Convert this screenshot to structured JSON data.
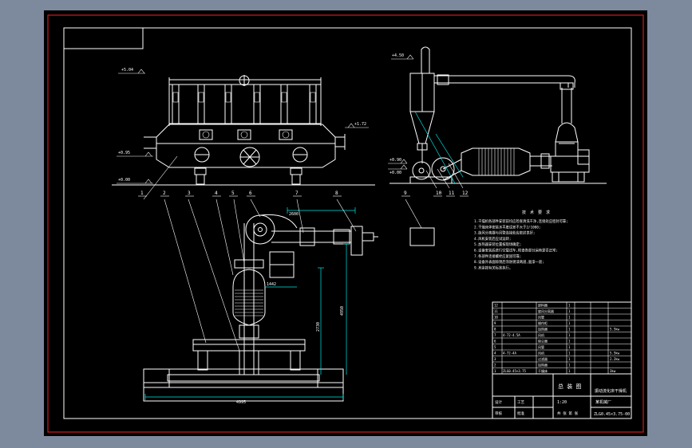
{
  "colors": {
    "frame_red": "#d11a1a",
    "line_white": "#ffffff",
    "line_cyan": "#00e5e5",
    "canvas_black": "#000000",
    "viewport_bg": "#7d8a9d"
  },
  "elevations": {
    "top_left": "+5.04",
    "left_mid": "+0.95",
    "left_low": "+0.00",
    "right_mid": "+1.72",
    "side_top": "+4.50",
    "side_mid": "+0.90",
    "side_low": "+0.00"
  },
  "callouts": [
    "1",
    "2",
    "3",
    "4",
    "5",
    "6",
    "7",
    "8",
    "9",
    "10",
    "11",
    "12"
  ],
  "dimensions": {
    "arm": "2600",
    "height_a": "4950",
    "height_b": "2730",
    "width_mid": "1442",
    "base": "4995"
  },
  "tech_req": {
    "title": "技 术 要 求",
    "lines": [
      "1.干燥机各部件安装前均应检查清洗干净,连接处应密封可靠;",
      "2.干燥床体安装水平度误差不大于2/1000;",
      "3.旋风分离器与风管连接处应密封良好;",
      "4.风机安装后应试运转;",
      "5.加热器安装位置按现场确定;",
      "6.设备安装后进行空载试车,检查各部分运转是否正常;",
      "7.各部件连接螺栓应紧固可靠;",
      "8.设备外表面除锈后涂防锈漆两道,面漆一道;",
      "9.其余按有关标准执行。"
    ]
  },
  "bom_rows": [
    {
      "no": "12",
      "code": "",
      "name": "卸料器",
      "qty": "1",
      "weight": ""
    },
    {
      "no": "11",
      "code": "",
      "name": "旋风分离器",
      "qty": "1",
      "weight": ""
    },
    {
      "no": "10",
      "code": "",
      "name": "风管",
      "qty": "1",
      "weight": ""
    },
    {
      "no": "9",
      "code": "",
      "name": "操作柜",
      "qty": "1",
      "weight": ""
    },
    {
      "no": "8",
      "code": "",
      "name": "加热器",
      "qty": "1",
      "weight": "5.5kw"
    },
    {
      "no": "7",
      "code": "4-72-4.5A",
      "name": "风机",
      "qty": "1",
      "weight": ""
    },
    {
      "no": "6",
      "code": "",
      "name": "除尘器",
      "qty": "1",
      "weight": ""
    },
    {
      "no": "5",
      "code": "",
      "name": "风管",
      "qty": "1",
      "weight": ""
    },
    {
      "no": "4",
      "code": "4-72-4A",
      "name": "风机",
      "qty": "1",
      "weight": "5.5kw"
    },
    {
      "no": "3",
      "code": "",
      "name": "过滤器",
      "qty": "1",
      "weight": "2.2kw"
    },
    {
      "no": "2",
      "code": "",
      "name": "加热器",
      "qty": "1",
      "weight": ""
    },
    {
      "no": "1",
      "code": "ZLG0.45×3.75",
      "name": "干燥床",
      "qty": "1",
      "weight": "3kw"
    }
  ],
  "title_block": {
    "assembly": "总 装 图",
    "project": "振动流化床干燥机",
    "drawing_no": "ZLG0.45×3.75-00",
    "company": "某机械厂",
    "mark_design": "设计",
    "mark_check": "审核",
    "mark_craft": "工艺",
    "mark_approve": "批准",
    "scale": "1:20",
    "sheets": "共 张 第 张"
  }
}
